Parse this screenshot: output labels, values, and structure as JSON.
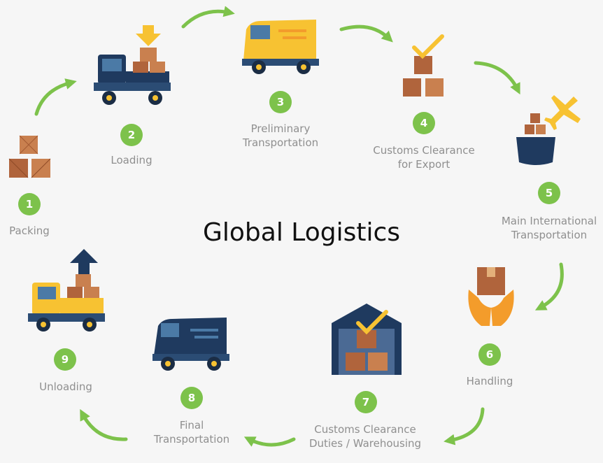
{
  "title": "Global Logistics",
  "colors": {
    "accent_green": "#7dc24b",
    "box_brown": "#b0643c",
    "box_light": "#c9804f",
    "truck_navy": "#1f3a5f",
    "truck_yellow": "#f7c232",
    "label_grey": "#8f8f8f"
  },
  "steps": [
    {
      "number": "1",
      "lines": [
        "Packing"
      ],
      "icon": "packages-icon"
    },
    {
      "number": "2",
      "lines": [
        "Loading"
      ],
      "icon": "loading-truck-icon"
    },
    {
      "number": "3",
      "lines": [
        "Preliminary",
        "Transportation"
      ],
      "icon": "delivery-van-icon"
    },
    {
      "number": "4",
      "lines": [
        "Customs Clearance",
        "for Export"
      ],
      "icon": "checked-packages-icon"
    },
    {
      "number": "5",
      "lines": [
        "Main International",
        "Transportation"
      ],
      "icon": "ship-plane-icon"
    },
    {
      "number": "6",
      "lines": [
        "Handling"
      ],
      "icon": "handling-hands-icon"
    },
    {
      "number": "7",
      "lines": [
        "Customs Clearance",
        "Duties / Warehousing"
      ],
      "icon": "warehouse-icon"
    },
    {
      "number": "8",
      "lines": [
        "Final",
        "Transportation"
      ],
      "icon": "final-van-icon"
    },
    {
      "number": "9",
      "lines": [
        "Unloading"
      ],
      "icon": "unloading-truck-icon"
    }
  ]
}
